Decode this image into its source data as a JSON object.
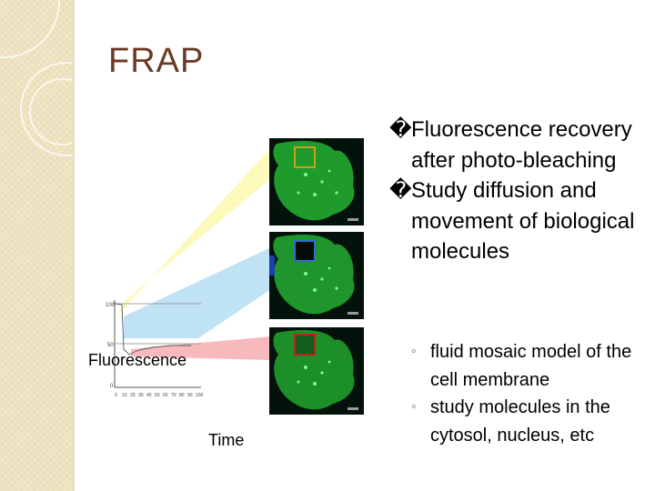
{
  "slide": {
    "title": "FRAP"
  },
  "bullets": [
    {
      "marker": "�",
      "text": "Fluorescence recovery after photo-bleaching"
    },
    {
      "marker": "�",
      "text": "Study diffusion and movement of biological molecules"
    }
  ],
  "sub_bullets": [
    {
      "marker": "◦",
      "text": "fluid mosaic model of the cell membrane"
    },
    {
      "marker": "◦",
      "text": "study molecules in the cytosol, nucleus, etc"
    }
  ],
  "figure": {
    "y_axis_label": "Fluorescence",
    "x_axis_label": "Time",
    "y_ticks": [
      "100",
      "50",
      "0"
    ],
    "x_ticks": [
      "0",
      "10",
      "20",
      "30",
      "40",
      "50",
      "60",
      "70",
      "80",
      "90",
      "100"
    ],
    "frame_box_colors": [
      "#c8a21a",
      "#2f6fd0",
      "#c02020"
    ],
    "band_colors": [
      "#fbf7a4",
      "#a9d8f2",
      "#f6a7ad"
    ]
  }
}
